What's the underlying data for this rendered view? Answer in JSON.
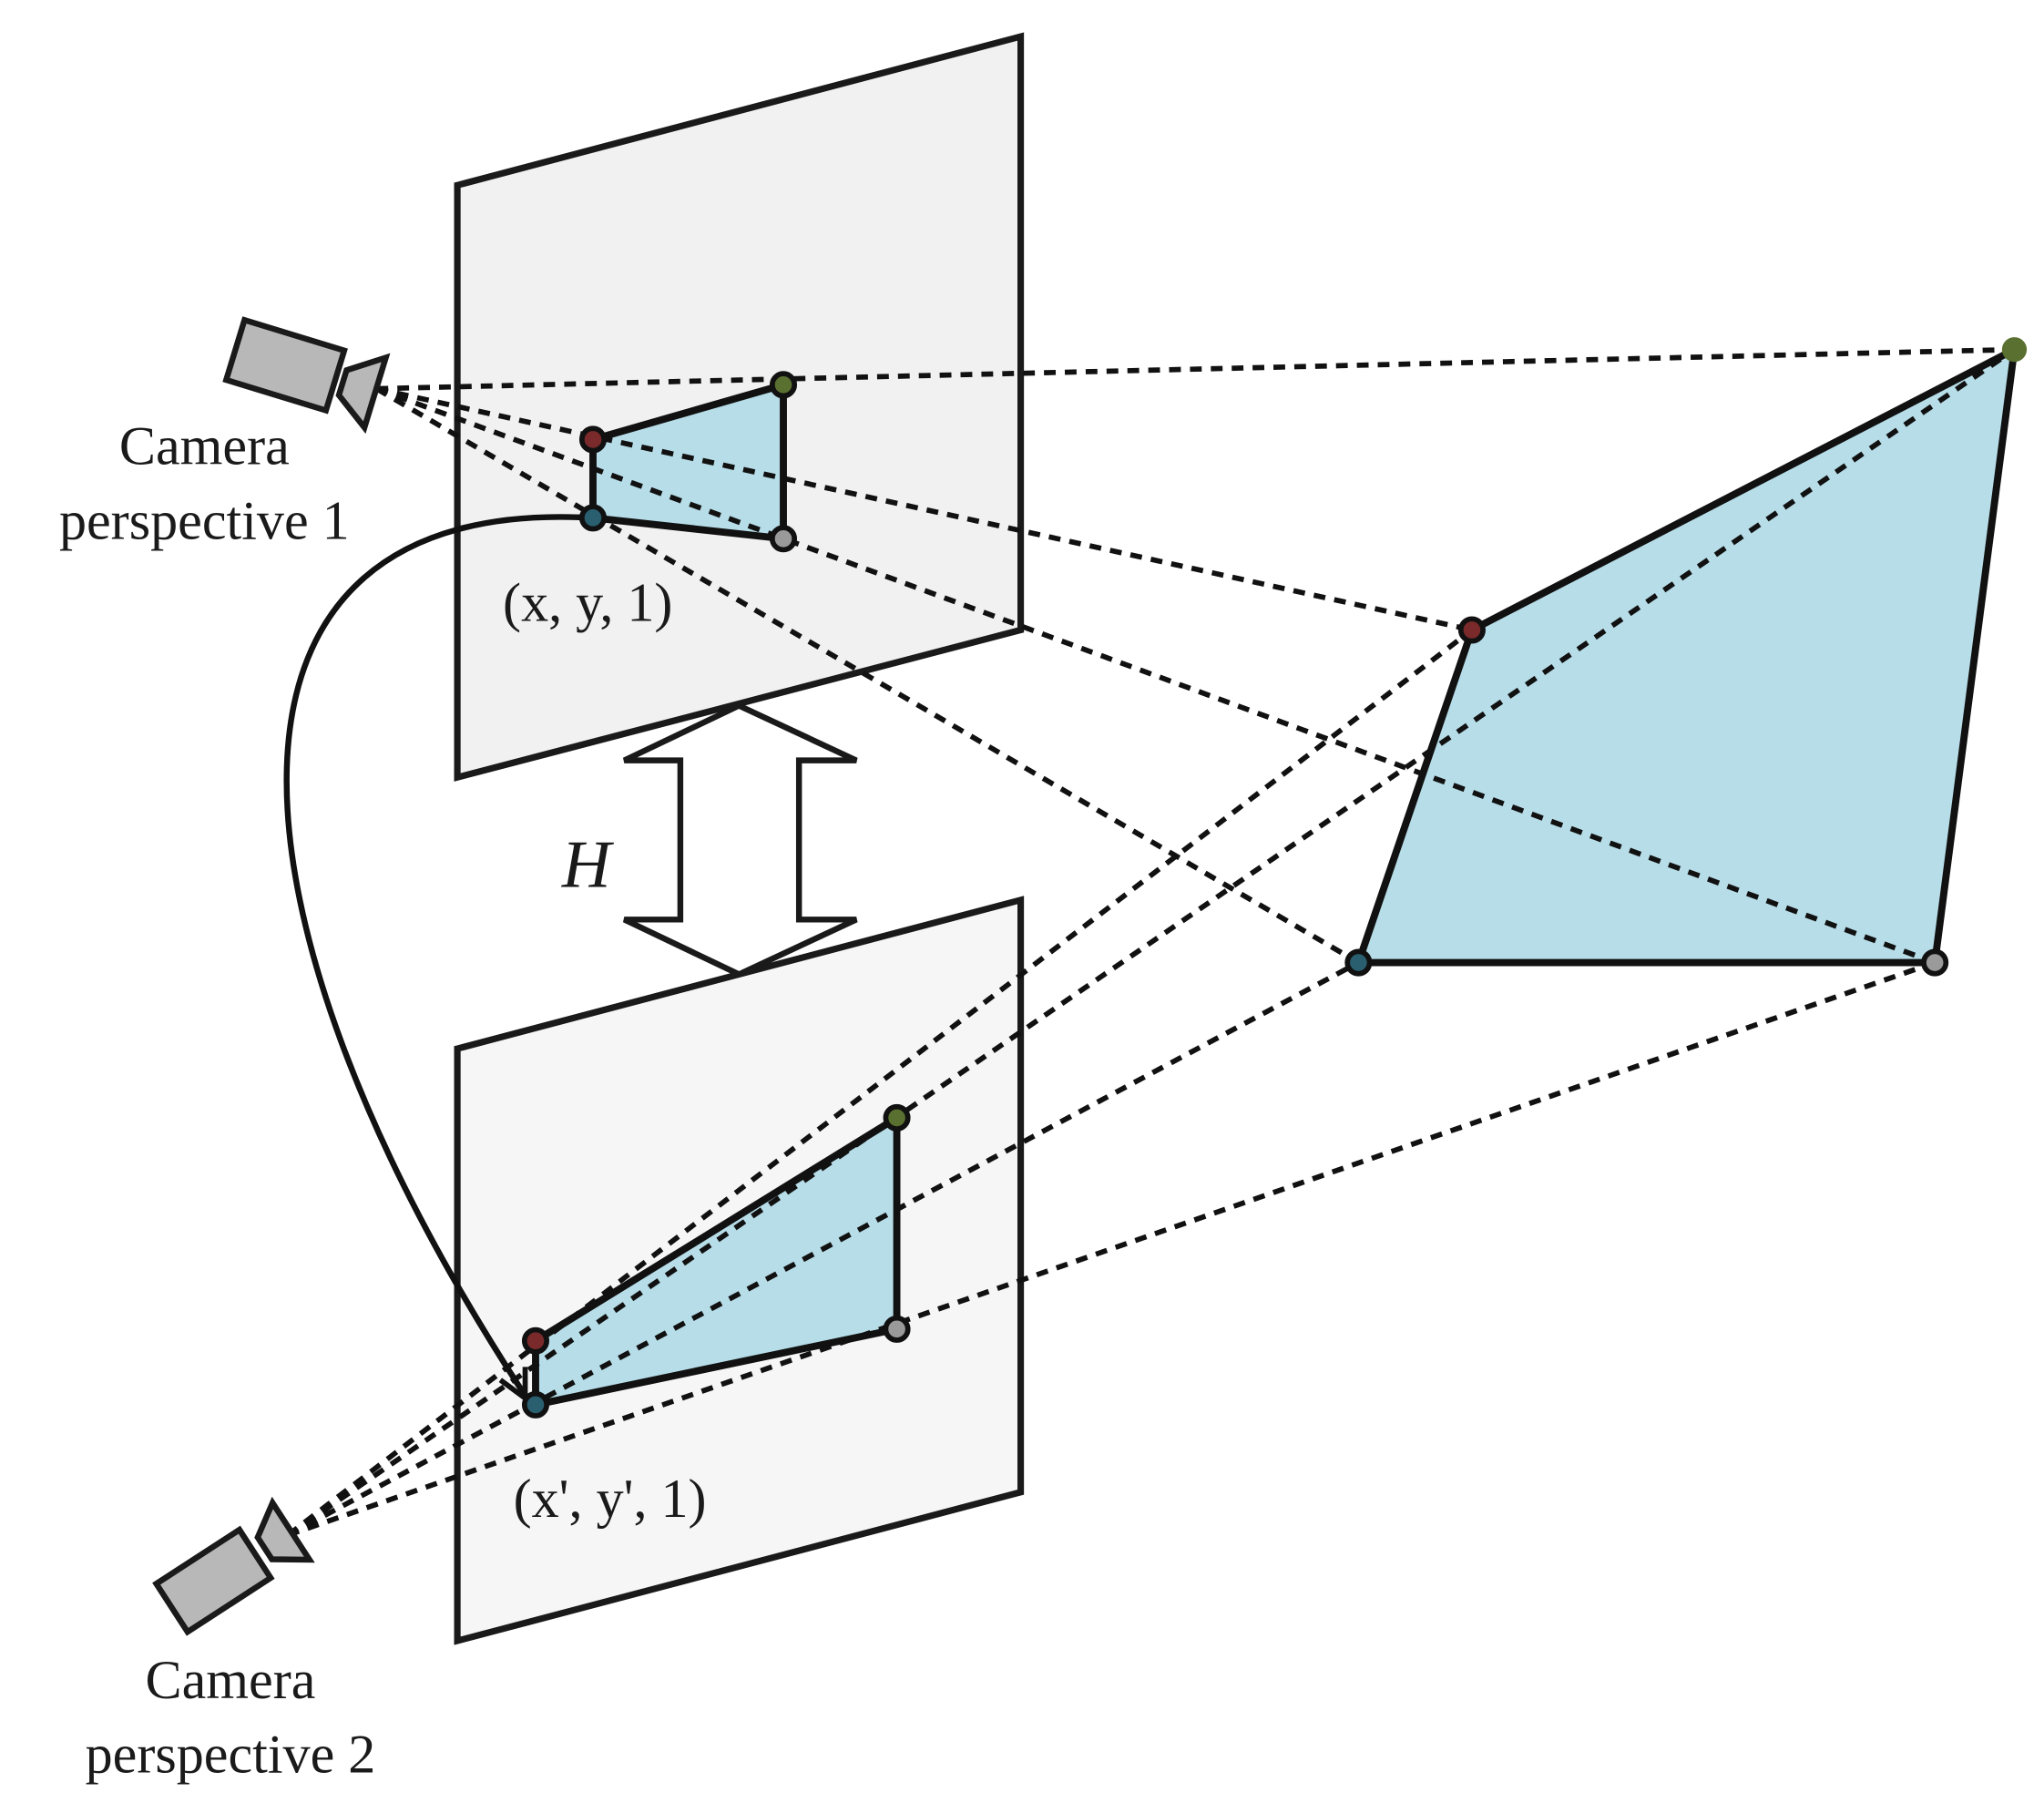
{
  "labels": {
    "camera1_line1": "Camera",
    "camera1_line2": "perspective 1",
    "camera2_line1": "Camera",
    "camera2_line2": "perspective 2",
    "point_image1": "(x, y, 1)",
    "point_image2": "(x', y', 1)",
    "homography": "H"
  },
  "colors": {
    "plane_fill_top": "#f1f1f1",
    "plane_fill_bottom": "#f6f6f6",
    "quad_fill": "#b7dde8",
    "camera_body": "#b8b8b8",
    "point_red": "#7a2a2a",
    "point_green": "#5a7030",
    "point_teal": "#2a5f70",
    "point_gray": "#9a9a9a"
  },
  "icons": {
    "camera1": "video-camera-icon",
    "camera2": "video-camera-icon",
    "homography_arrow": "double-arrow-icon"
  }
}
